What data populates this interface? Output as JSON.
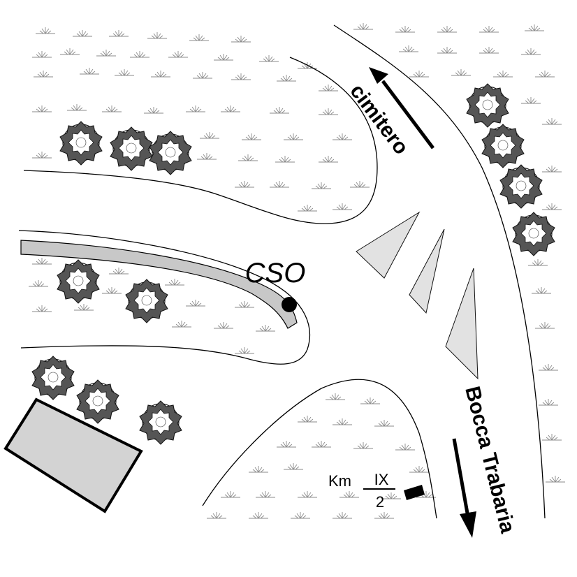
{
  "map": {
    "station_label": "CSO",
    "direction_north": "cimitero",
    "direction_south": "Bocca Trabaria",
    "milestone": {
      "prefix": "Km",
      "numerator": "IX",
      "denominator": "2"
    }
  },
  "colors": {
    "road_fill": "#ffffff",
    "grass_fill": "#ffffff",
    "grass_mark": "#8a8a8a",
    "island_fill": "#e2e2e2",
    "building_fill": "#d3d3d3",
    "tree_fill": "#555555",
    "ink": "#000000"
  }
}
